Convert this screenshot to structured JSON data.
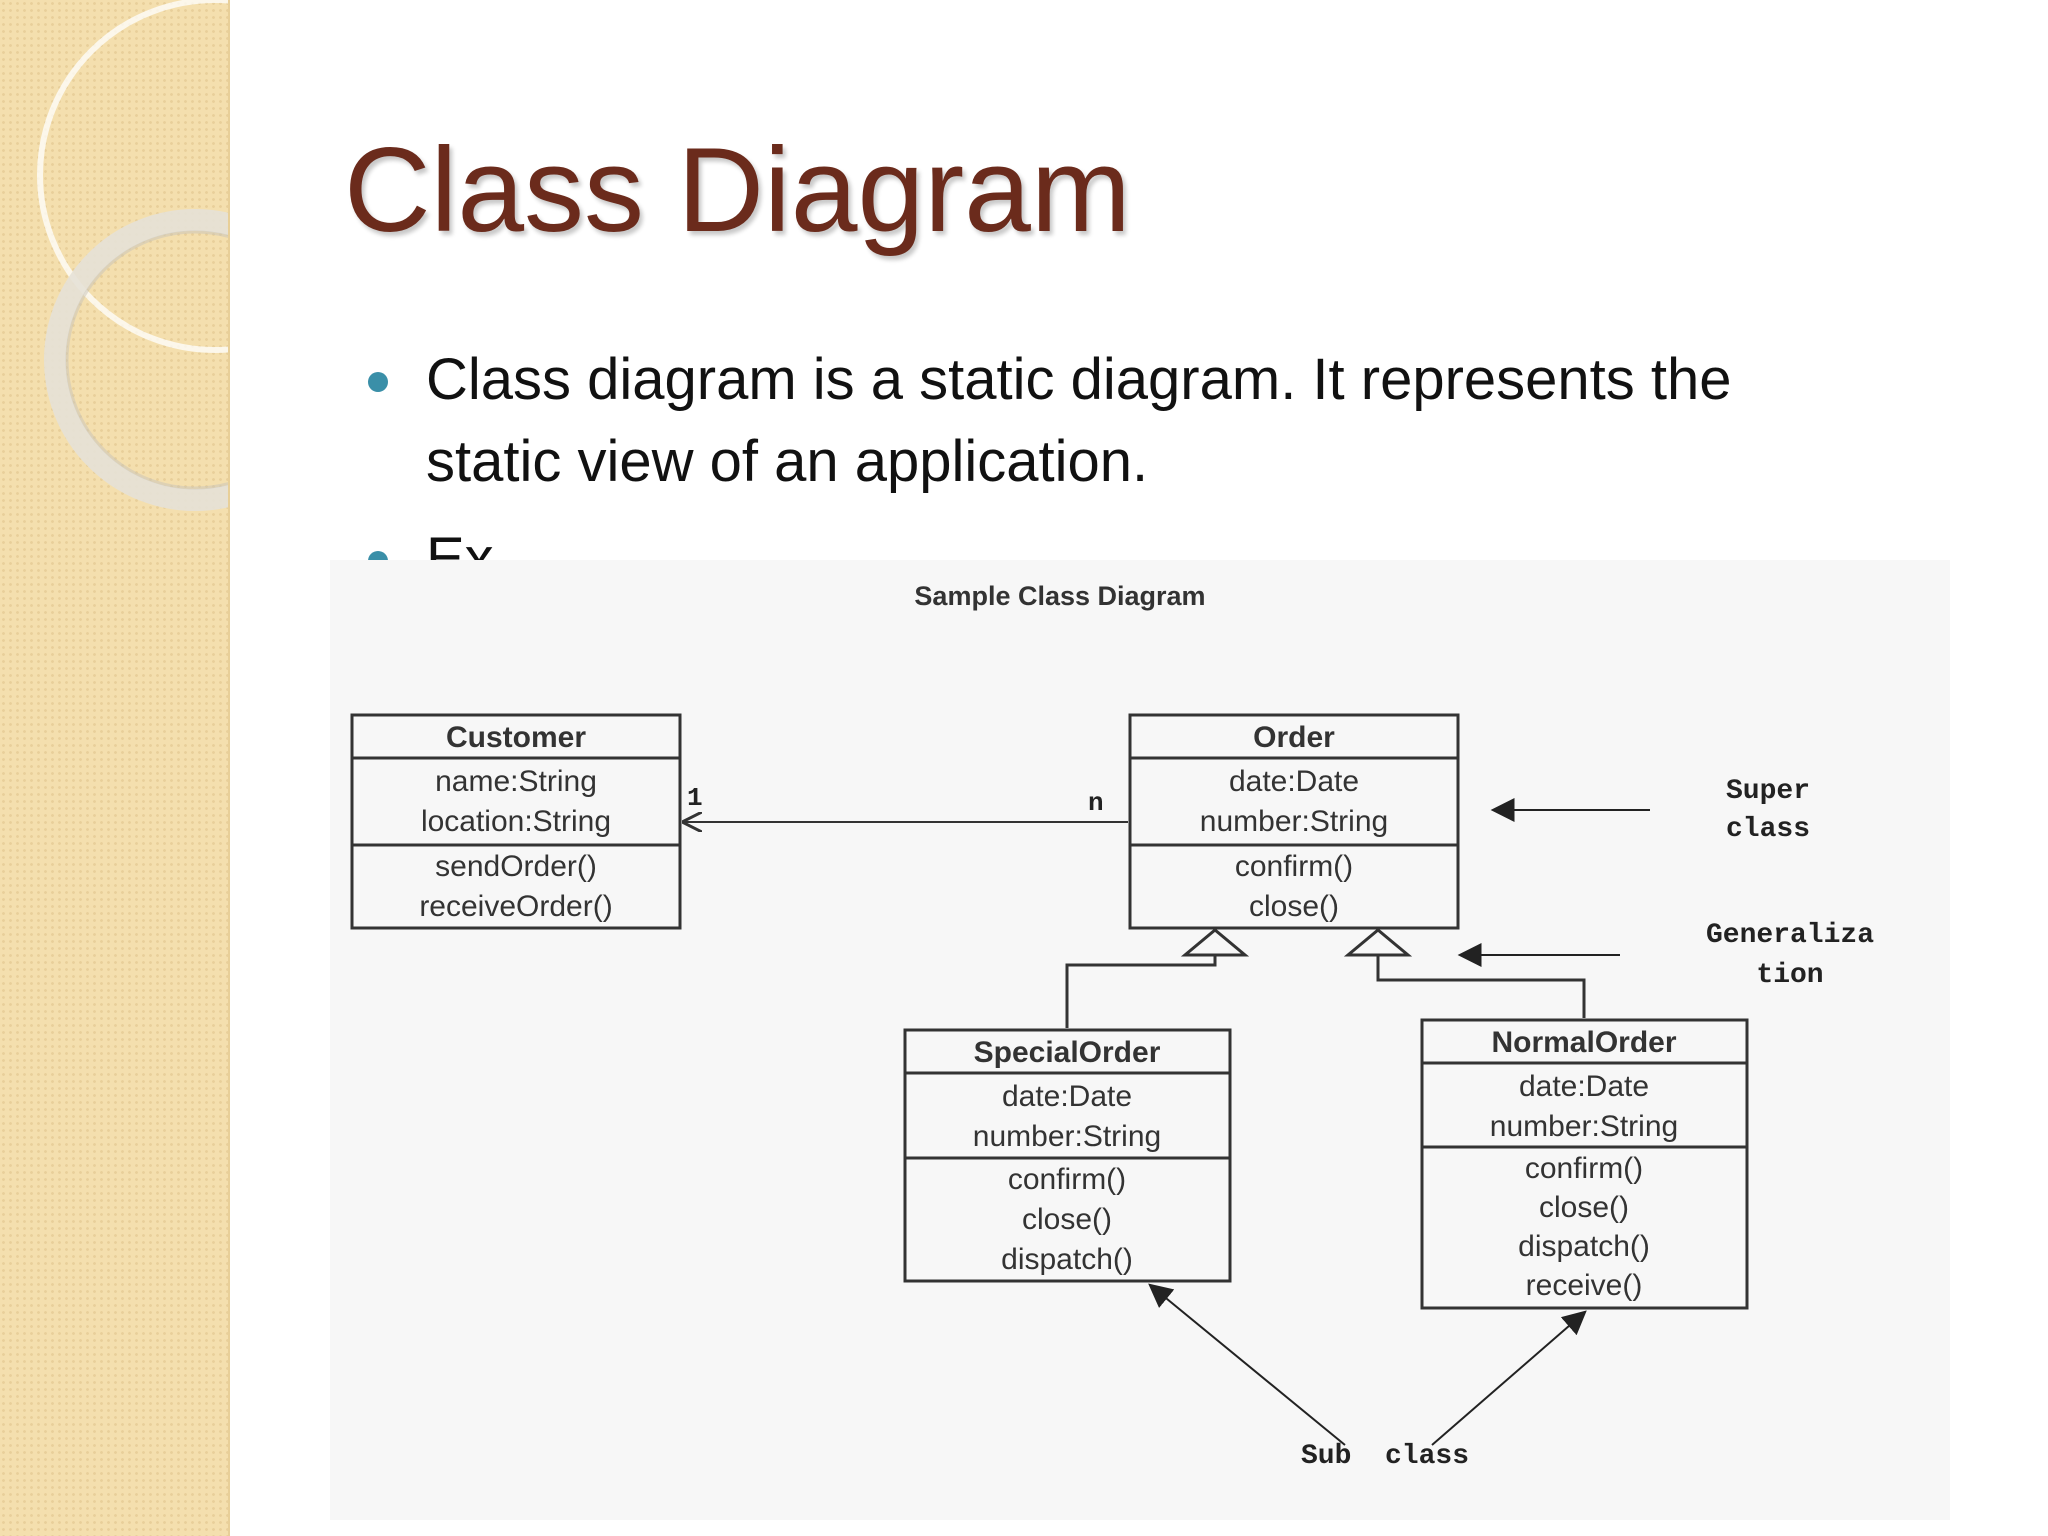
{
  "slide": {
    "title": "Class Diagram",
    "bullets": [
      "Class diagram is a static diagram. It represents the",
      "static view of an application.",
      "Ex."
    ]
  },
  "diagram": {
    "caption": "Sample Class Diagram",
    "classes": {
      "customer": {
        "name": "Customer",
        "attributes": [
          "name:String",
          "location:String"
        ],
        "methods": [
          "sendOrder()",
          "receiveOrder()"
        ]
      },
      "order": {
        "name": "Order",
        "attributes": [
          "date:Date",
          "number:String"
        ],
        "methods": [
          "confirm()",
          "close()"
        ]
      },
      "special_order": {
        "name": "SpecialOrder",
        "attributes": [
          "date:Date",
          "number:String"
        ],
        "methods": [
          "confirm()",
          "close()",
          "dispatch()"
        ]
      },
      "normal_order": {
        "name": "NormalOrder",
        "attributes": [
          "date:Date",
          "number:String"
        ],
        "methods": [
          "confirm()",
          "close()",
          "dispatch()",
          "receive()"
        ]
      }
    },
    "multiplicity": {
      "customer_end": "1",
      "order_end": "n"
    },
    "annotations": {
      "super_class": [
        "Super",
        "class"
      ],
      "generalization": [
        "Generaliza",
        "tion"
      ],
      "sub_class": "Sub  class"
    }
  }
}
